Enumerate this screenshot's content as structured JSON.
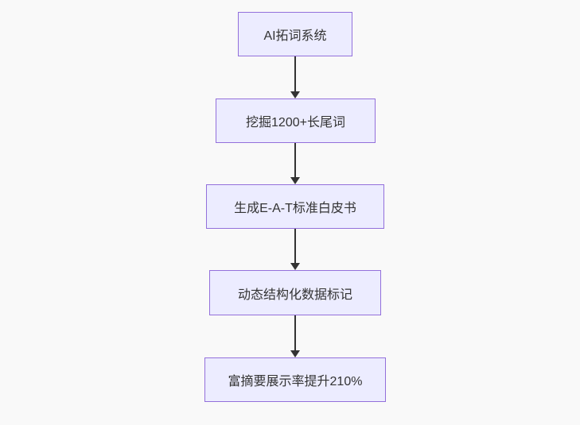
{
  "canvas": {
    "background": "#f9f9f9"
  },
  "theme": {
    "node_fill": "#ECECFF",
    "node_border": "#9370DB",
    "text_color": "#333333",
    "arrow_color": "#333333"
  },
  "flowchart": {
    "type": "flowchart-top-down",
    "nodes": [
      {
        "label": "AI拓词系统"
      },
      {
        "label": "挖掘1200+长尾词"
      },
      {
        "label": "生成E-A-T标准白皮书"
      },
      {
        "label": "动态结构化数据标记"
      },
      {
        "label": "富摘要展示率提升210%"
      }
    ],
    "edges": [
      {
        "from": 0,
        "to": 1,
        "arrowhead": "triangle-down"
      },
      {
        "from": 1,
        "to": 2,
        "arrowhead": "triangle-down"
      },
      {
        "from": 2,
        "to": 3,
        "arrowhead": "triangle-down"
      },
      {
        "from": 3,
        "to": 4,
        "arrowhead": "triangle-down"
      }
    ]
  }
}
